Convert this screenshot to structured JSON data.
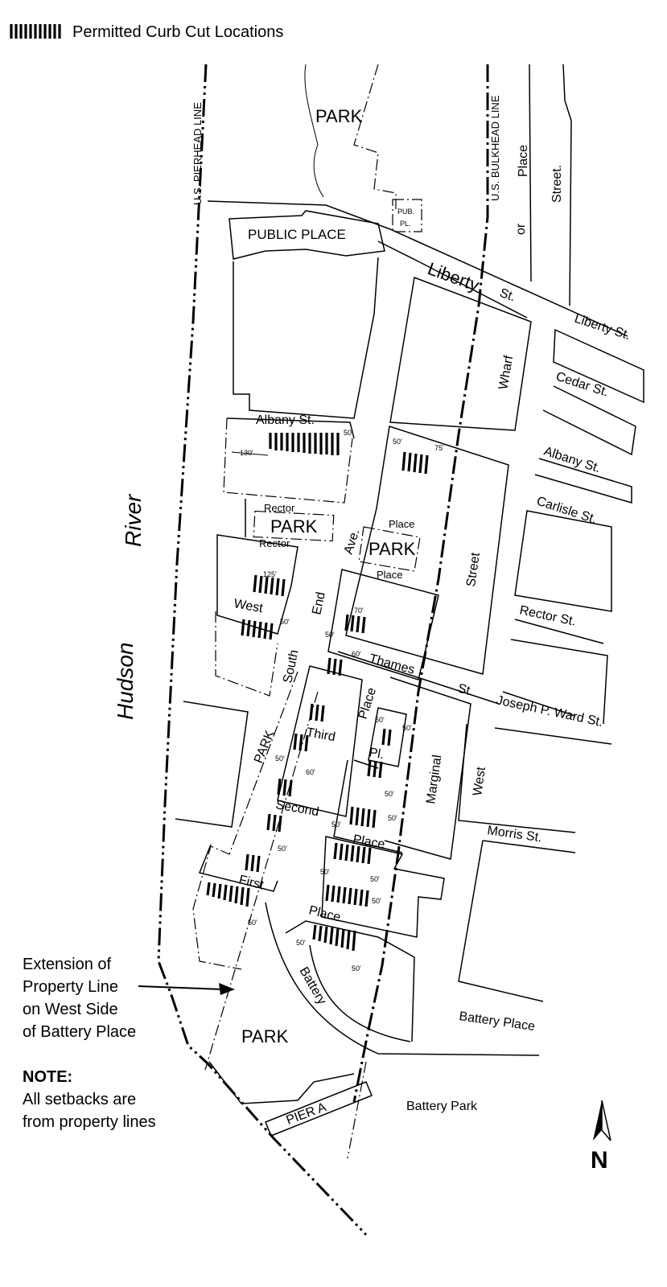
{
  "legend": {
    "label": "Permitted Curb Cut Locations"
  },
  "river": {
    "word1": "Hudson",
    "word2": "River"
  },
  "lines": {
    "pierhead": "U.S.  PIERHEAD  LINE",
    "bulkhead": "U.S.  BULKHEAD  LINE"
  },
  "places": {
    "park_top": "PARK",
    "public_place": "PUBLIC  PLACE",
    "pub_pl_1": "PUB.",
    "pub_pl_2": "PL.",
    "park_rector": "PARK",
    "park_place": "PARK",
    "park_side": "PARK",
    "park_bottom": "PARK",
    "pier_a": "PIER  A",
    "battery_park": "Battery Park"
  },
  "streets": {
    "liberty": "Liberty",
    "st_liberty": "St.",
    "liberty_st": "Liberty St.",
    "cedar_st": "Cedar St.",
    "albany_st_east": "Albany St.",
    "carlisle_st": "Carlisle St.",
    "rector_st": "Rector St.",
    "joseph_ward": "Joseph P. Ward St.",
    "morris_st": "Morris St.",
    "battery_place": "Battery Place",
    "albany_st": "Albany  St.",
    "rector_top": "Rector",
    "rector_bottom": "Rector",
    "place_top": "Place",
    "place_bottom": "Place",
    "ave": "Ave.",
    "end": "End",
    "south": "South",
    "west": "West",
    "thames": "Thames",
    "st_thames": "St.",
    "third": "Third",
    "place_third": "Place",
    "pl": "Pl.",
    "second": "Second",
    "place_second": "Place",
    "first": "First",
    "place_first": "Place",
    "battery": "Battery",
    "wharf": "Wharf",
    "street_west": "Street",
    "marginal": "Marginal",
    "west_street": "West",
    "place_or_street_1": "Place",
    "place_or_street_2": "or",
    "place_or_street_3": "Street."
  },
  "dimensions": {
    "d130": "130'",
    "d50a": "50'",
    "d50b": "50'",
    "d75": "75'",
    "d125": "125'",
    "d50c": "50'",
    "d70": "70'",
    "d50d": "50'",
    "d60": "60'",
    "d50e": "50'",
    "d60b": "60'",
    "d50f": "50'",
    "d50g": "50'",
    "d50h": "50'",
    "d50i": "50'",
    "d50j": "50'",
    "d50k": "50'",
    "d50l": "50'",
    "d50m": "50'",
    "d50n": "50'",
    "d50o": "50'",
    "d50p": "50'",
    "d50q": "50'"
  },
  "annotation": {
    "line1": "Extension of",
    "line2": "Property Line",
    "line3": "on West Side",
    "line4": "of Battery Place"
  },
  "note": {
    "title": "NOTE:",
    "line1": "All setbacks are",
    "line2": "from property lines"
  },
  "north": {
    "label": "N"
  }
}
